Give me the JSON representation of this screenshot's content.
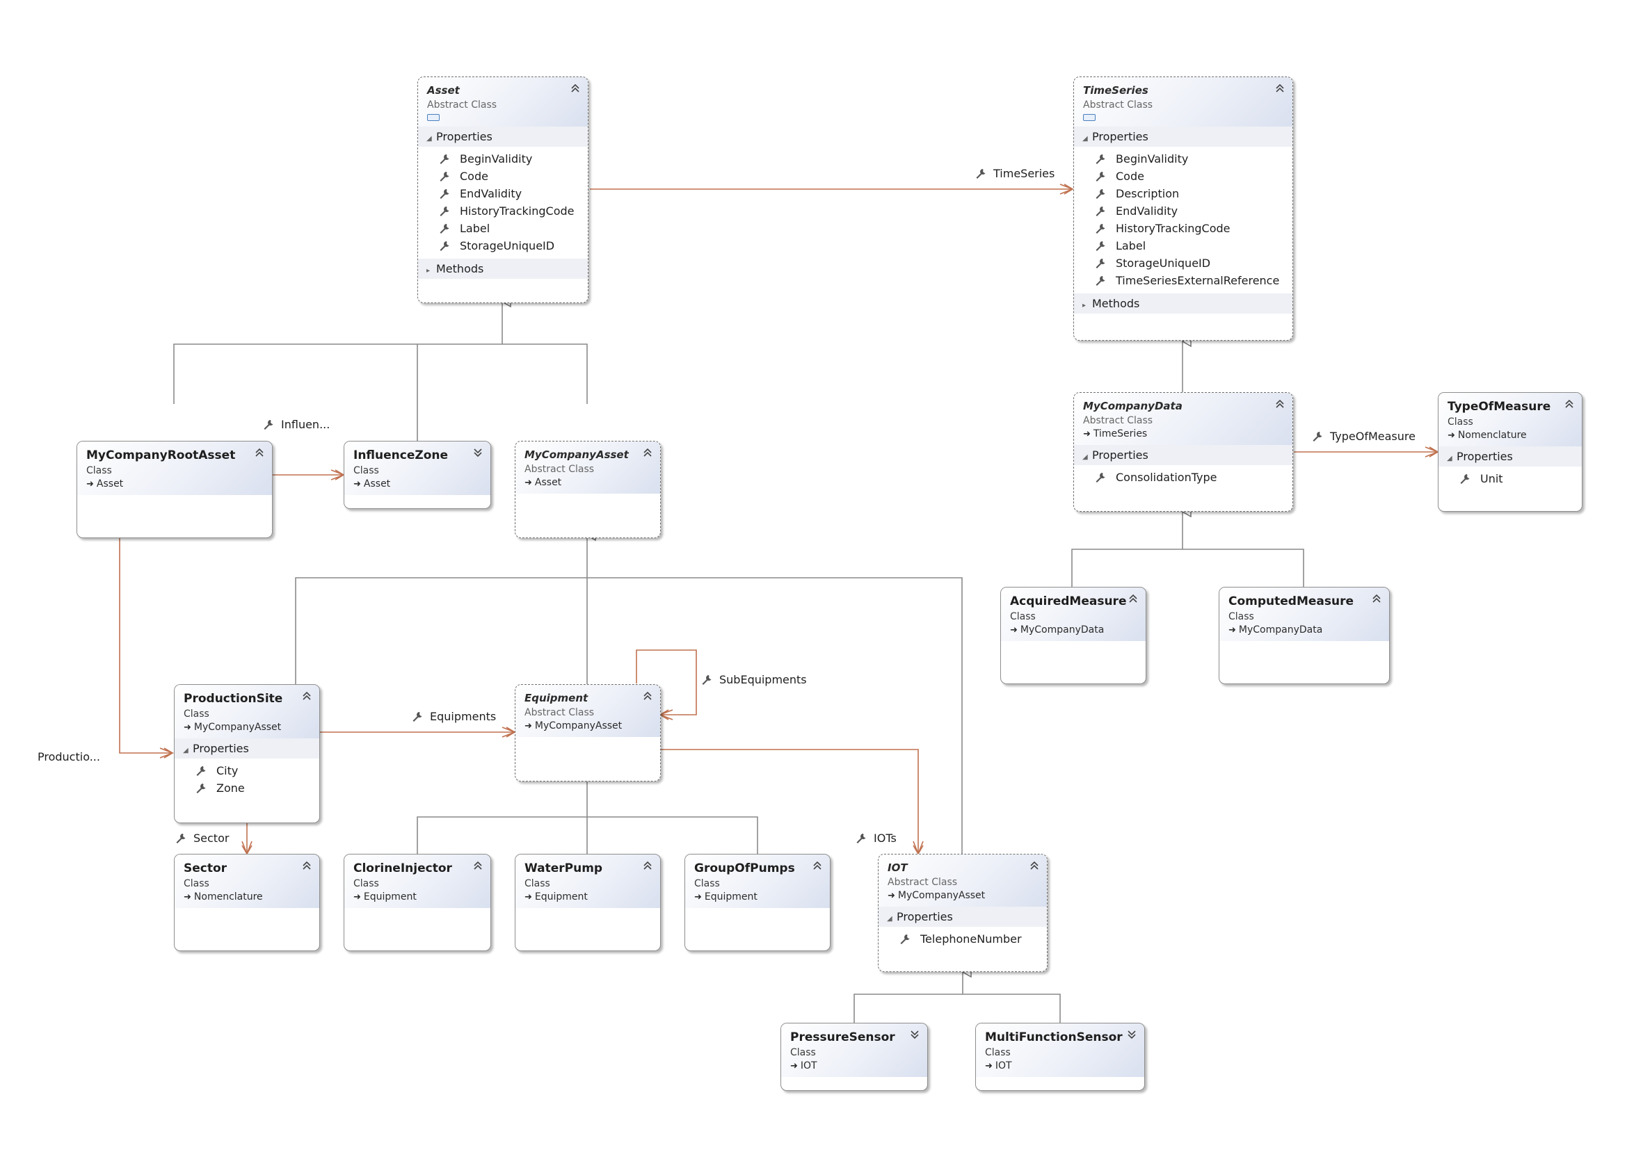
{
  "nodes": {
    "asset": {
      "name": "Asset",
      "kind": "Abstract Class",
      "properties_label": "Properties",
      "properties": [
        "BeginValidity",
        "Code",
        "EndValidity",
        "HistoryTrackingCode",
        "Label",
        "StorageUniqueID"
      ],
      "methods_label": "Methods"
    },
    "timeseries": {
      "name": "TimeSeries",
      "kind": "Abstract Class",
      "properties_label": "Properties",
      "properties": [
        "BeginValidity",
        "Code",
        "Description",
        "EndValidity",
        "HistoryTrackingCode",
        "Label",
        "StorageUniqueID",
        "TimeSeriesExternalReference"
      ],
      "methods_label": "Methods"
    },
    "mycompanyrootasset": {
      "name": "MyCompanyRootAsset",
      "kind": "Class",
      "base": "Asset"
    },
    "influencezone": {
      "name": "InfluenceZone",
      "kind": "Class",
      "base": "Asset"
    },
    "mycompanyasset": {
      "name": "MyCompanyAsset",
      "kind": "Abstract Class",
      "base": "Asset"
    },
    "mycompanydata": {
      "name": "MyCompanyData",
      "kind": "Abstract Class",
      "base": "TimeSeries",
      "properties_label": "Properties",
      "properties": [
        "ConsolidationType"
      ]
    },
    "typeofmeasure": {
      "name": "TypeOfMeasure",
      "kind": "Class",
      "base": "Nomenclature",
      "properties_label": "Properties",
      "properties": [
        "Unit"
      ]
    },
    "acquiredmeasure": {
      "name": "AcquiredMeasure",
      "kind": "Class",
      "base": "MyCompanyData"
    },
    "computedmeasure": {
      "name": "ComputedMeasure",
      "kind": "Class",
      "base": "MyCompanyData"
    },
    "productionsite": {
      "name": "ProductionSite",
      "kind": "Class",
      "base": "MyCompanyAsset",
      "properties_label": "Properties",
      "properties": [
        "City",
        "Zone"
      ]
    },
    "equipment": {
      "name": "Equipment",
      "kind": "Abstract Class",
      "base": "MyCompanyAsset"
    },
    "sector": {
      "name": "Sector",
      "kind": "Class",
      "base": "Nomenclature"
    },
    "clorineinjector": {
      "name": "ClorineInjector",
      "kind": "Class",
      "base": "Equipment"
    },
    "waterpump": {
      "name": "WaterPump",
      "kind": "Class",
      "base": "Equipment"
    },
    "groupofpumps": {
      "name": "GroupOfPumps",
      "kind": "Class",
      "base": "Equipment"
    },
    "iot": {
      "name": "IOT",
      "kind": "Abstract Class",
      "base": "MyCompanyAsset",
      "properties_label": "Properties",
      "properties": [
        "TelephoneNumber"
      ]
    },
    "pressuresensor": {
      "name": "PressureSensor",
      "kind": "Class",
      "base": "IOT"
    },
    "multifunctionsensor": {
      "name": "MultiFunctionSensor",
      "kind": "Class",
      "base": "IOT"
    }
  },
  "edge_labels": {
    "timeseries": "TimeSeries",
    "influence": "Influen...",
    "typeofmeasure": "TypeOfMeasure",
    "subequipments": "SubEquipments",
    "equipments": "Equipments",
    "productio": "Productio...",
    "sector": "Sector",
    "iots": "IOTs"
  },
  "colors": {
    "association": "#c0714f",
    "inheritance": "#8a8a8a",
    "header_tint": "#d9e0ef"
  },
  "icons": {
    "property": "wrench-icon",
    "collapse": "double-chevron-up-icon",
    "expand": "double-chevron-down-icon",
    "base": "inheritance-arrow-icon"
  }
}
